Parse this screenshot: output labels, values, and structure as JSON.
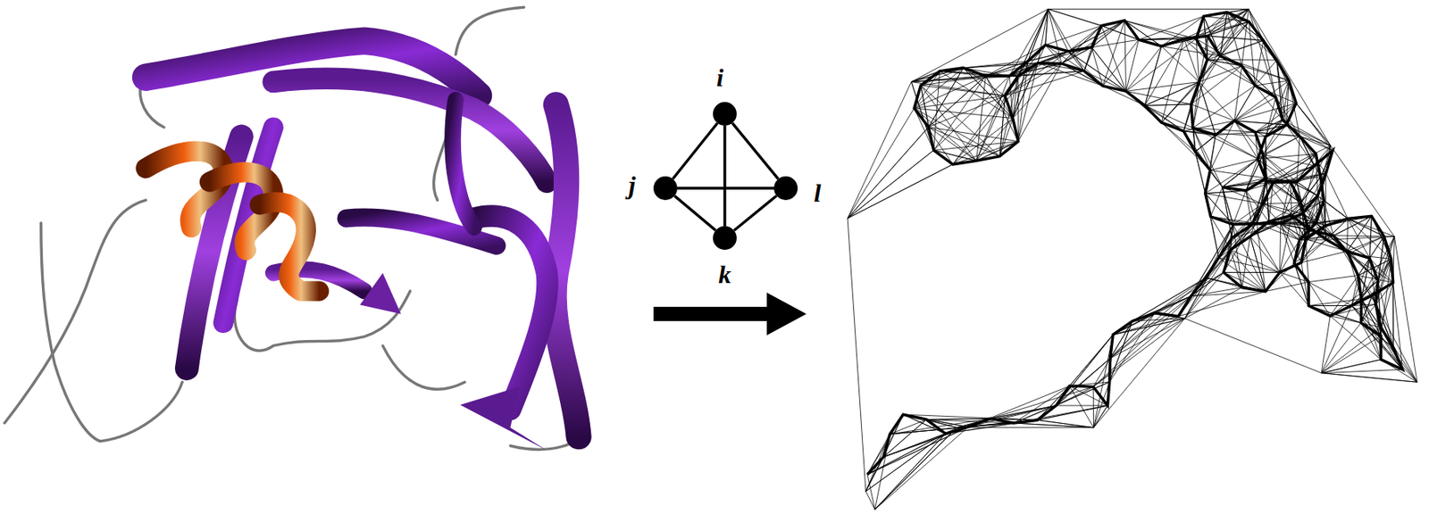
{
  "diagram": {
    "nodes": [
      {
        "text": [
          "i"
        ]
      },
      {
        "text": [
          "j"
        ]
      },
      {
        "text": [
          "l"
        ]
      },
      {
        "text": [
          "k"
        ]
      }
    ],
    "edges": [
      {
        "from": 0,
        "to": 1,
        "arrow": "none"
      },
      {
        "from": 0,
        "to": 2,
        "arrow": "none"
      },
      {
        "from": 0,
        "to": 3,
        "arrow": "none"
      },
      {
        "from": 1,
        "to": 2,
        "arrow": "none"
      },
      {
        "from": 1,
        "to": 3,
        "arrow": "none"
      },
      {
        "from": 3,
        "to": 2,
        "arrow": "none"
      }
    ]
  }
}
